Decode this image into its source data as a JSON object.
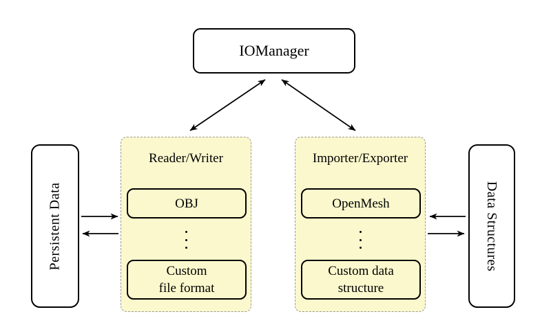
{
  "iomanager": {
    "label": "IOManager"
  },
  "persistent_data": {
    "label": "Persistent Data"
  },
  "data_structures": {
    "label": "Data Structures"
  },
  "reader_writer": {
    "label": "Reader/Writer",
    "top_item": {
      "line1": "OBJ"
    },
    "bottom_item": {
      "line1": "Custom",
      "line2": "file format"
    }
  },
  "importer_exporter": {
    "label": "Importer/Exporter",
    "top_item": {
      "line1": "OpenMesh"
    },
    "bottom_item": {
      "line1": "Custom data",
      "line2": "structure"
    }
  },
  "colors": {
    "background": "#FFFFFF",
    "group_fill": "#FBF8CD",
    "group_border": "#999999",
    "box_border": "#000000",
    "arrow": "#000000"
  }
}
